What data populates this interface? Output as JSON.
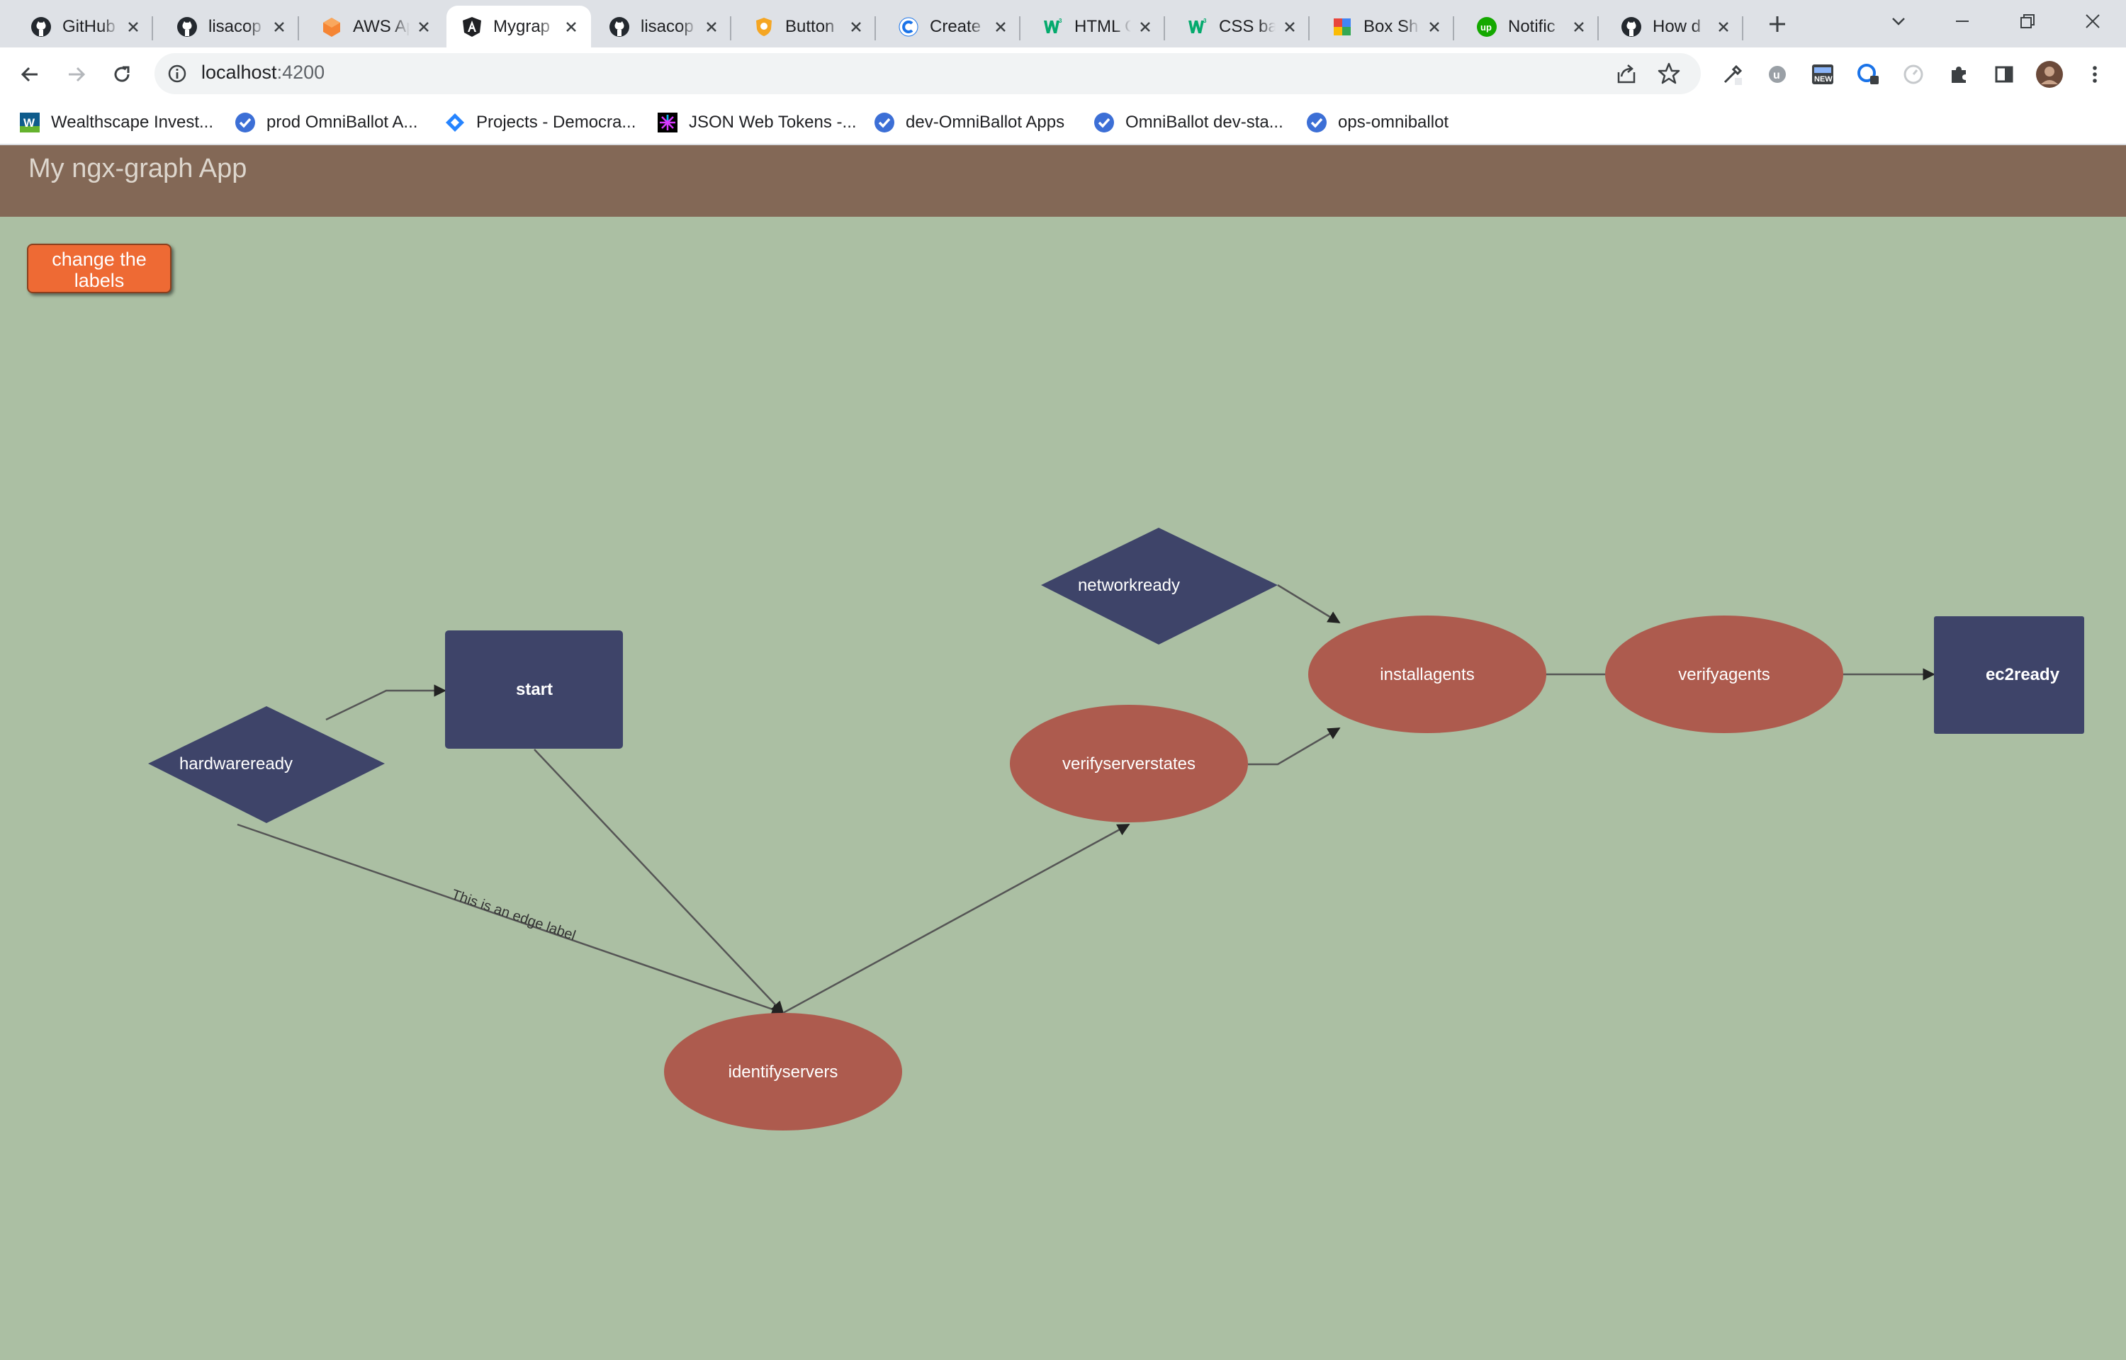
{
  "browser": {
    "tabs": [
      {
        "icon": "github-icon",
        "title": "GitHub"
      },
      {
        "icon": "github-icon",
        "title": "lisacop"
      },
      {
        "icon": "aws-amplify-icon",
        "title": "AWS Ap"
      },
      {
        "icon": "angular-icon",
        "title": "Mygrap",
        "active": true
      },
      {
        "icon": "github-icon",
        "title": "lisacop"
      },
      {
        "icon": "shield-icon",
        "title": "Button"
      },
      {
        "icon": "codepen-icon",
        "title": "Create"
      },
      {
        "icon": "w3schools-icon",
        "title": "HTML C"
      },
      {
        "icon": "w3schools-icon",
        "title": "CSS ba"
      },
      {
        "icon": "box-shadow-icon",
        "title": "Box Sh"
      },
      {
        "icon": "upwork-icon",
        "title": "Notific"
      },
      {
        "icon": "github-icon",
        "title": "How d"
      }
    ],
    "url_host": "localhost",
    "url_port": ":4200",
    "bookmarks": [
      {
        "icon": "wealthscape-icon",
        "label": "Wealthscape Invest..."
      },
      {
        "icon": "check-badge-icon",
        "label": "prod OmniBallot A..."
      },
      {
        "icon": "jira-icon",
        "label": "Projects - Democra..."
      },
      {
        "icon": "jwt-icon",
        "label": "JSON Web Tokens -..."
      },
      {
        "icon": "check-badge-icon",
        "label": "dev-OmniBallot Apps"
      },
      {
        "icon": "check-badge-icon",
        "label": "OmniBallot dev-sta..."
      },
      {
        "icon": "check-badge-icon",
        "label": "ops-omniballot"
      }
    ]
  },
  "app": {
    "title": "My ngx-graph App",
    "button_label": "change the labels"
  },
  "graph": {
    "nodes": [
      {
        "id": "start",
        "label": "start",
        "shape": "rectangle"
      },
      {
        "id": "hardwareready",
        "label": "hardwareready",
        "shape": "diamond"
      },
      {
        "id": "networkready",
        "label": "networkready",
        "shape": "diamond"
      },
      {
        "id": "identifyservers",
        "label": "identifyservers",
        "shape": "ellipse"
      },
      {
        "id": "verifyserverstates",
        "label": "verifyserverstates",
        "shape": "ellipse"
      },
      {
        "id": "installagents",
        "label": "installagents",
        "shape": "ellipse"
      },
      {
        "id": "verifyagents",
        "label": "verifyagents",
        "shape": "ellipse"
      },
      {
        "id": "ec2ready",
        "label": "ec2ready",
        "shape": "rectangle"
      }
    ],
    "edges": [
      {
        "from": "hardwareready",
        "to": "start"
      },
      {
        "from": "hardwareready",
        "to": "identifyservers",
        "label": "This is an edge label"
      },
      {
        "from": "start",
        "to": "identifyservers"
      },
      {
        "from": "identifyservers",
        "to": "verifyserverstates"
      },
      {
        "from": "verifyserverstates",
        "to": "installagents"
      },
      {
        "from": "networkready",
        "to": "installagents"
      },
      {
        "from": "installagents",
        "to": "verifyagents"
      },
      {
        "from": "verifyagents",
        "to": "ec2ready"
      }
    ],
    "colors": {
      "dark_node": "#3e4469",
      "red_node": "#ad5b4e",
      "edge": "#555555",
      "canvas": "#abbfa3",
      "header": "#836856",
      "button": "#ee6a34"
    }
  }
}
